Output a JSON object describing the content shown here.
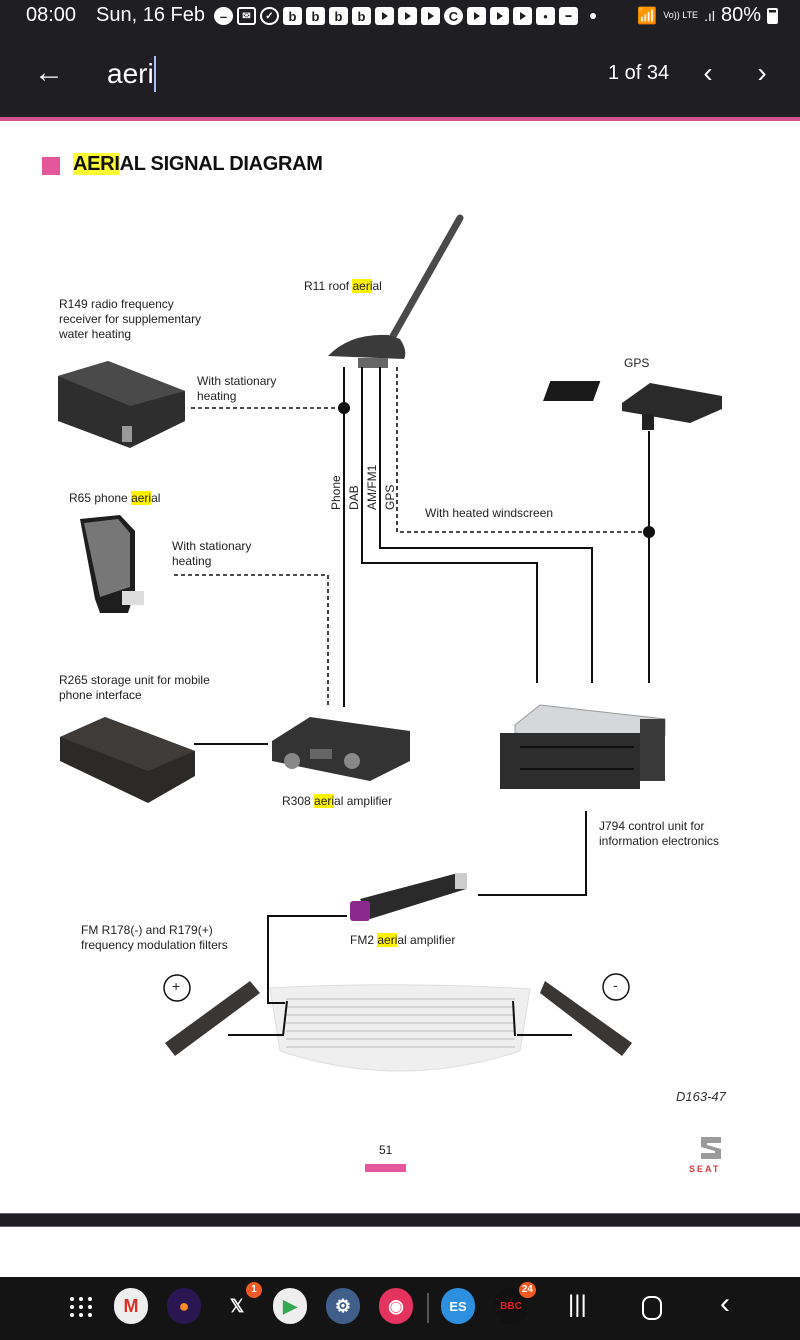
{
  "status_bar": {
    "time": "08:00",
    "date": "Sun, 16 Feb",
    "notification_icons": [
      "do-not-disturb-icon",
      "mail-icon",
      "check-circle-icon",
      "b-app-icon",
      "b-app-icon",
      "b-app-icon",
      "b-app-icon",
      "youtube-icon",
      "youtube-icon",
      "youtube-icon",
      "c-app-icon",
      "youtube-icon",
      "youtube-icon",
      "youtube-icon",
      "plus-app-icon",
      "connect-app-icon"
    ],
    "wifi": "wifi-icon",
    "volte": "Vo)) LTE",
    "signal": "signal-icon",
    "battery": "80%"
  },
  "search": {
    "query": "aeri",
    "match_count": "1 of 34",
    "back_icon": "arrow-left-icon",
    "prev_icon": "chevron-left-icon",
    "next_icon": "chevron-right-icon"
  },
  "document": {
    "title_highlight": "AERI",
    "title_rest": "AL SIGNAL DIAGRAM",
    "labels": {
      "r11_pre": "R11 roof ",
      "r11_hl": "aeri",
      "r11_post": "al",
      "r149_l1": "R149 radio frequency",
      "r149_l2": "receiver for supplementary",
      "r149_l3": "water heating",
      "stationary1_l1": "With stationary",
      "stationary1_l2": "heating",
      "gps": "GPS",
      "r65_pre": "R65 phone ",
      "r65_hl": "aeri",
      "r65_post": "al",
      "stationary2_l1": "With stationary",
      "stationary2_l2": "heating",
      "line_phone": "Phone",
      "line_dab": "DAB",
      "line_amfm": "AM/FM1",
      "line_gps": "GPS",
      "heated_windscreen": "With heated windscreen",
      "r265_l1": "R265 storage unit for mobile",
      "r265_l2": "phone interface",
      "r308_pre": "R308 ",
      "r308_hl": "aeri",
      "r308_post": "al amplifier",
      "j794_l1": "J794 control unit for",
      "j794_l2": "information electronics",
      "fm_filters_l1": "FM R178(-) and R179(+)",
      "fm_filters_l2": "frequency modulation filters",
      "fm2_pre": "FM2 ",
      "fm2_hl": "aeri",
      "fm2_post": "al amplifier",
      "plus_sign": "+",
      "minus_sign": "-"
    },
    "doc_id": "D163-47",
    "page_number": "51",
    "brand": "SEAT"
  },
  "dock": {
    "apps": [
      {
        "name": "Gmail",
        "icon": "gmail-icon",
        "badge": ""
      },
      {
        "name": "Firefox",
        "icon": "firefox-icon",
        "badge": ""
      },
      {
        "name": "X",
        "icon": "x-icon",
        "badge": "1"
      },
      {
        "name": "Play Store",
        "icon": "play-store-icon",
        "badge": ""
      },
      {
        "name": "Settings",
        "icon": "settings-icon",
        "badge": ""
      },
      {
        "name": "Screen Recorder",
        "icon": "screen-recorder-icon",
        "badge": ""
      },
      {
        "name": "ES File Explorer",
        "icon": "es-file-explorer-icon",
        "badge": ""
      },
      {
        "name": "BBC Sport",
        "icon": "bbc-icon",
        "badge": "24"
      }
    ],
    "x_glyph": "𝕏",
    "es_glyph": "ES",
    "bbc_glyph": "BBC"
  }
}
